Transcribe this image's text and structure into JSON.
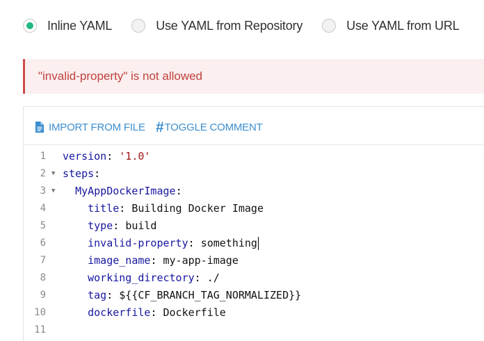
{
  "source_options": [
    {
      "label": "Inline YAML",
      "selected": true
    },
    {
      "label": "Use YAML from Repository",
      "selected": false
    },
    {
      "label": "Use YAML from URL",
      "selected": false
    }
  ],
  "error": {
    "message": "\"invalid-property\" is not allowed"
  },
  "toolbar": {
    "import_label": "IMPORT FROM FILE",
    "toggle_label": "TOGGLE COMMENT"
  },
  "editor": {
    "lines": [
      {
        "num": "1",
        "fold": "",
        "indent": "",
        "key": "version",
        "sep": ": ",
        "value": "'1.0'",
        "value_type": "string"
      },
      {
        "num": "2",
        "fold": "▼",
        "indent": "",
        "key": "steps",
        "sep": ":",
        "value": "",
        "value_type": "plain"
      },
      {
        "num": "3",
        "fold": "▼",
        "indent": "  ",
        "key": "MyAppDockerImage",
        "sep": ":",
        "value": "",
        "value_type": "plain"
      },
      {
        "num": "4",
        "fold": "",
        "indent": "    ",
        "key": "title",
        "sep": ": ",
        "value": "Building Docker Image",
        "value_type": "plain"
      },
      {
        "num": "5",
        "fold": "",
        "indent": "    ",
        "key": "type",
        "sep": ": ",
        "value": "build",
        "value_type": "plain"
      },
      {
        "num": "6",
        "fold": "",
        "indent": "    ",
        "key": "invalid-property",
        "sep": ": ",
        "value": "something",
        "value_type": "plain"
      },
      {
        "num": "7",
        "fold": "",
        "indent": "    ",
        "key": "image_name",
        "sep": ": ",
        "value": "my-app-image",
        "value_type": "plain"
      },
      {
        "num": "8",
        "fold": "",
        "indent": "    ",
        "key": "working_directory",
        "sep": ": ",
        "value": "./",
        "value_type": "plain"
      },
      {
        "num": "9",
        "fold": "",
        "indent": "    ",
        "key": "tag",
        "sep": ": ",
        "value": "${{CF_BRANCH_TAG_NORMALIZED}}",
        "value_type": "plain"
      },
      {
        "num": "10",
        "fold": "",
        "indent": "    ",
        "key": "dockerfile",
        "sep": ": ",
        "value": "Dockerfile",
        "value_type": "plain"
      },
      {
        "num": "11",
        "fold": "",
        "indent": "",
        "key": "",
        "sep": "",
        "value": "",
        "value_type": "plain"
      }
    ],
    "cursor_line": 6
  },
  "colors": {
    "accent_green": "#21b981",
    "link_blue": "#3b8ed0",
    "error_red": "#c0403f",
    "error_bg": "#fbefef",
    "yaml_key": "#1616a0",
    "yaml_string": "#a11818"
  },
  "icons": {
    "import": "file-document-icon",
    "toggle": "hash-icon"
  }
}
